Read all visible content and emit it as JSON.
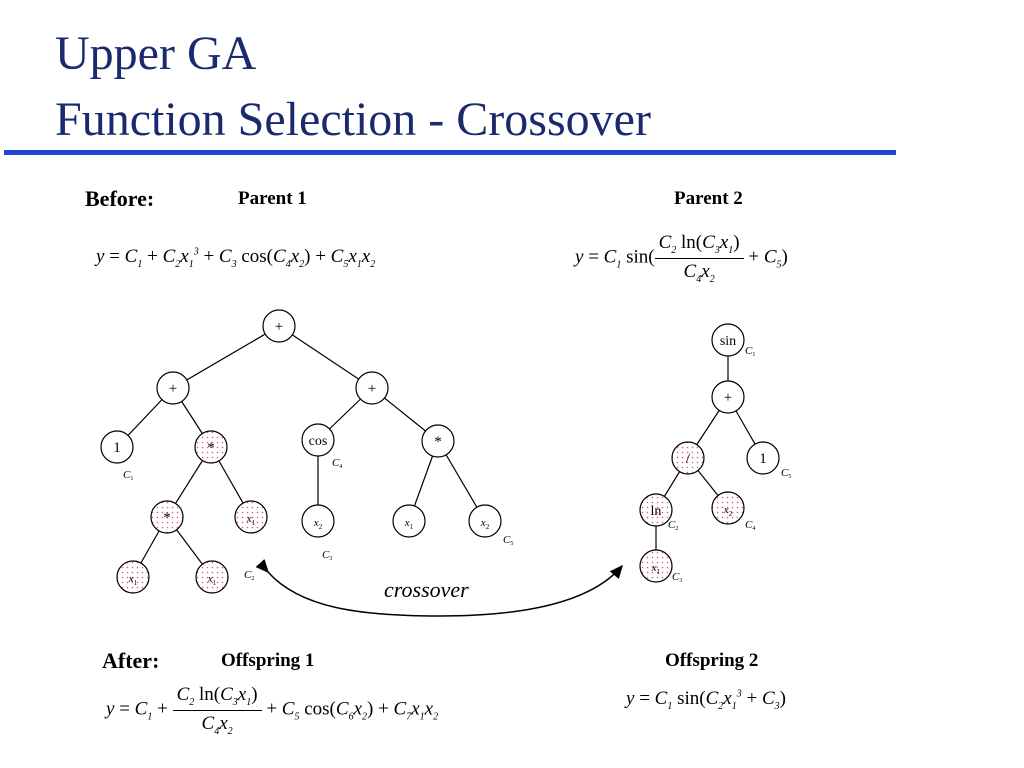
{
  "title": {
    "line1": "Upper GA",
    "line2": "Function Selection - Crossover"
  },
  "before": {
    "label": "Before:",
    "parent1": "Parent 1",
    "parent2": "Parent 2"
  },
  "after": {
    "label": "After:",
    "offspring1": "Offspring 1",
    "offspring2": "Offspring 2"
  },
  "crossover_label": "crossover",
  "tree_nodes": [
    {
      "id": "p1-root",
      "text": "+",
      "shaded": false
    },
    {
      "id": "p1-plus-left",
      "text": "+",
      "shaded": false
    },
    {
      "id": "p1-plus-right",
      "text": "+",
      "shaded": false
    },
    {
      "id": "p1-one",
      "text": "1",
      "shaded": false
    },
    {
      "id": "p1-mul-top",
      "text": "*",
      "shaded": true
    },
    {
      "id": "p1-cos",
      "text": "cos",
      "shaded": false
    },
    {
      "id": "p1-mul-right",
      "text": "*",
      "shaded": false
    },
    {
      "id": "p1-mul-low",
      "text": "*",
      "shaded": true
    },
    {
      "id": "p1-x-shaded",
      "text": "x",
      "sub": "1",
      "shaded": true
    },
    {
      "id": "p1-x2-cos",
      "text": "x",
      "sub": "2",
      "shaded": false
    },
    {
      "id": "p1-x1",
      "text": "x",
      "sub": "1",
      "shaded": false
    },
    {
      "id": "p1-x2",
      "text": "x",
      "sub": "2",
      "shaded": false
    },
    {
      "id": "p1-x1-a",
      "text": "x",
      "sub": "1",
      "shaded": true
    },
    {
      "id": "p1-x1-b",
      "text": "x",
      "sub": "1",
      "shaded": true
    },
    {
      "id": "p2-sin",
      "text": "sin",
      "shaded": false
    },
    {
      "id": "p2-plus",
      "text": "+",
      "shaded": false
    },
    {
      "id": "p2-div",
      "text": "/",
      "shaded": true
    },
    {
      "id": "p2-one",
      "text": "1",
      "shaded": false
    },
    {
      "id": "p2-ln",
      "text": "ln",
      "shaded": true
    },
    {
      "id": "p2-x2",
      "text": "x",
      "sub": "2",
      "shaded": true
    },
    {
      "id": "p2-x1",
      "text": "x",
      "sub": "1",
      "shaded": true
    }
  ],
  "coef_labels": [
    {
      "id": "p1-c1",
      "sub": "1"
    },
    {
      "id": "p1-c4",
      "sub": "4"
    },
    {
      "id": "p1-c2",
      "sub": "2"
    },
    {
      "id": "p1-c3",
      "sub": "3"
    },
    {
      "id": "p1-c5",
      "sub": "5"
    },
    {
      "id": "p2-c1",
      "sub": "1"
    },
    {
      "id": "p2-c5",
      "sub": "5"
    },
    {
      "id": "p2-c2",
      "sub": "2"
    },
    {
      "id": "p2-c4",
      "sub": "4"
    },
    {
      "id": "p2-c3",
      "sub": "3"
    }
  ]
}
